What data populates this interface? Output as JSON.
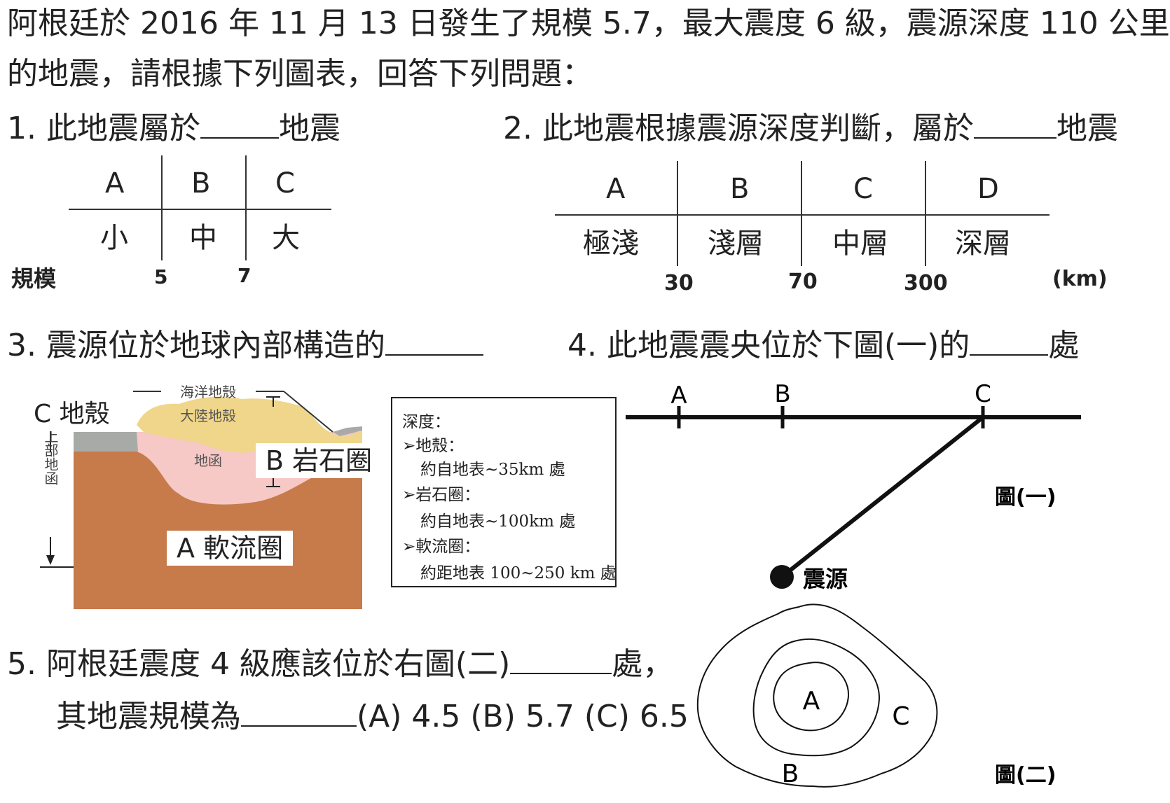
{
  "intro": {
    "line1": "阿根廷於 2016 年 11 月 13 日發生了規模 5.7，最大震度 6 級，震源深度 110 公里",
    "line2": "的地震，請根據下列圖表，回答下列問題："
  },
  "q1": {
    "prefix": "1.  此地震屬於",
    "suffix": "地震",
    "table": {
      "headers": [
        "A",
        "B",
        "C"
      ],
      "cells": [
        "小",
        "中",
        "大"
      ],
      "axis_label": "規模",
      "ticks": [
        "5",
        "7"
      ]
    }
  },
  "q2": {
    "prefix": "2.  此地震根據震源深度判斷，屬於",
    "suffix": "地震",
    "table": {
      "headers": [
        "A",
        "B",
        "C",
        "D"
      ],
      "cells": [
        "極淺",
        "淺層",
        "中層",
        "深層"
      ],
      "ticks": [
        "30",
        "70",
        "300"
      ],
      "unit": "(km)"
    }
  },
  "q3": {
    "text": "3.  震源位於地球內部構造的",
    "figure": {
      "oceanic_crust": "海洋地殼",
      "continental_crust": "大陸地殼",
      "mantle": "地函",
      "upper_mantle": "上部地函",
      "label_c": "C  地殼",
      "label_b": "B  岩石圈",
      "label_a": "A  軟流圈"
    },
    "legend": {
      "title": "深度：",
      "items": [
        {
          "name": "地殼：",
          "desc": "約自地表~35km 處"
        },
        {
          "name": "岩石圈：",
          "desc": "約自地表~100km 處"
        },
        {
          "name": "軟流圈：",
          "desc": "約距地表 100~250 km 處"
        }
      ],
      "bullet": "➢"
    }
  },
  "q4": {
    "prefix": "4.  此地震震央位於下圖(一)的",
    "suffix": "處",
    "figure": {
      "points": [
        "A",
        "B",
        "C"
      ],
      "focus_label": "震源",
      "caption": "圖(一)"
    }
  },
  "q5": {
    "line1_prefix": "5.  阿根廷震度 4 級應該位於右圖(二)",
    "line1_suffix": "處，",
    "line2_prefix": "其地震規模為",
    "options": "(A) 4.5 (B) 5.7 (C) 6.5",
    "figure": {
      "zones": [
        "A",
        "B",
        "C"
      ],
      "caption": "圖(二)"
    }
  }
}
